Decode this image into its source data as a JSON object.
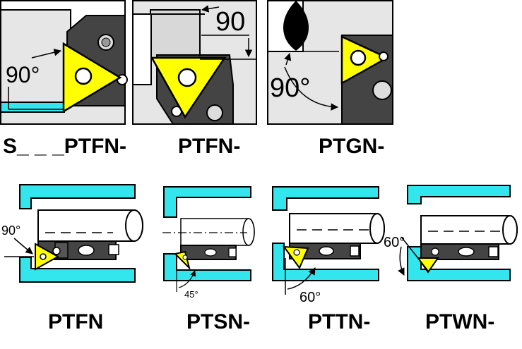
{
  "top_row": [
    {
      "code": "S_ _ _PTFN-",
      "angle": "90°"
    },
    {
      "code": "PTFN-",
      "angle": "90"
    },
    {
      "code": "PTGN-",
      "angle": "90°"
    }
  ],
  "bottom_row": [
    {
      "code": "PTFN",
      "angle": "90°"
    },
    {
      "code": "PTSN-",
      "angle": "45°"
    },
    {
      "code": "PTTN-",
      "angle": "60°"
    },
    {
      "code": "PTWN-",
      "angle": "60°"
    }
  ],
  "colors": {
    "insert": "#ffff00",
    "workpiece": "#33e6ee",
    "holder": "#444444",
    "panel_bg": "#e6e6e6"
  }
}
